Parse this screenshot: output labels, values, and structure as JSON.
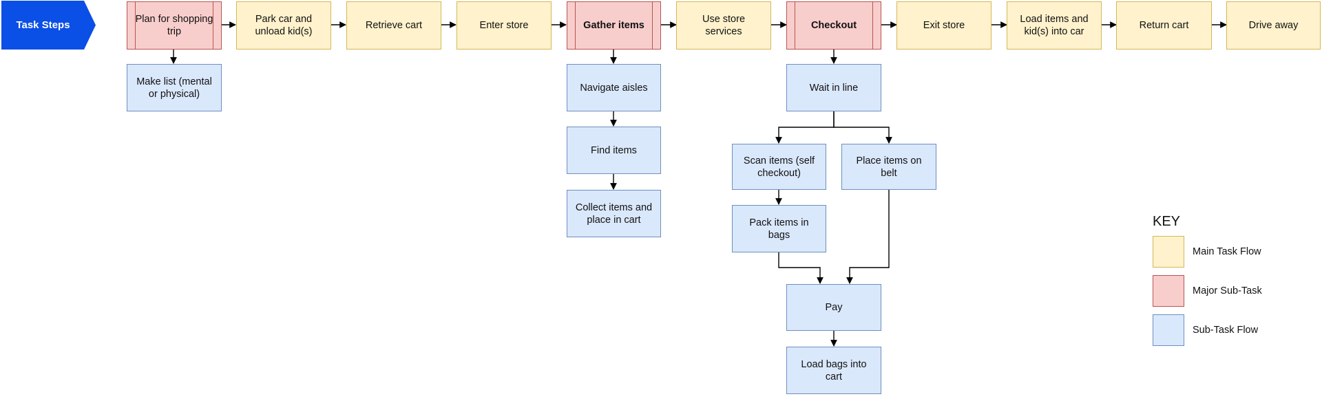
{
  "header": {
    "label": "Task Steps",
    "color": "#0a4fe6"
  },
  "main_flow": [
    {
      "id": "plan",
      "label": "Plan for shopping trip",
      "kind": "major"
    },
    {
      "id": "park",
      "label": "Park car and unload kid(s)",
      "kind": "main"
    },
    {
      "id": "retrieve",
      "label": "Retrieve cart",
      "kind": "main"
    },
    {
      "id": "enter",
      "label": "Enter store",
      "kind": "main"
    },
    {
      "id": "gather",
      "label": "Gather items",
      "kind": "major"
    },
    {
      "id": "services",
      "label": "Use store services",
      "kind": "main"
    },
    {
      "id": "checkout",
      "label": "Checkout",
      "kind": "major"
    },
    {
      "id": "exit",
      "label": "Exit store",
      "kind": "main"
    },
    {
      "id": "load",
      "label": "Load items and kid(s) into car",
      "kind": "main"
    },
    {
      "id": "return",
      "label": "Return cart",
      "kind": "main"
    },
    {
      "id": "drive",
      "label": "Drive away",
      "kind": "main"
    }
  ],
  "sub_tasks": {
    "plan": [
      "Make list (mental or physical)"
    ],
    "gather": [
      "Navigate aisles",
      "Find items",
      "Collect items and place in cart"
    ],
    "checkout": {
      "wait": "Wait in line",
      "scan": "Scan items (self checkout)",
      "belt": "Place items on belt",
      "pack": "Pack items in bags",
      "pay": "Pay",
      "bags": "Load bags into cart"
    }
  },
  "key": {
    "title": "KEY",
    "items": [
      {
        "label": "Main Task Flow",
        "color": "#fff2cc",
        "border": "#d6b656"
      },
      {
        "label": "Major Sub-Task",
        "color": "#f8cecc",
        "border": "#b85450"
      },
      {
        "label": "Sub-Task Flow",
        "color": "#dae8fc",
        "border": "#6c8ebf"
      }
    ]
  }
}
